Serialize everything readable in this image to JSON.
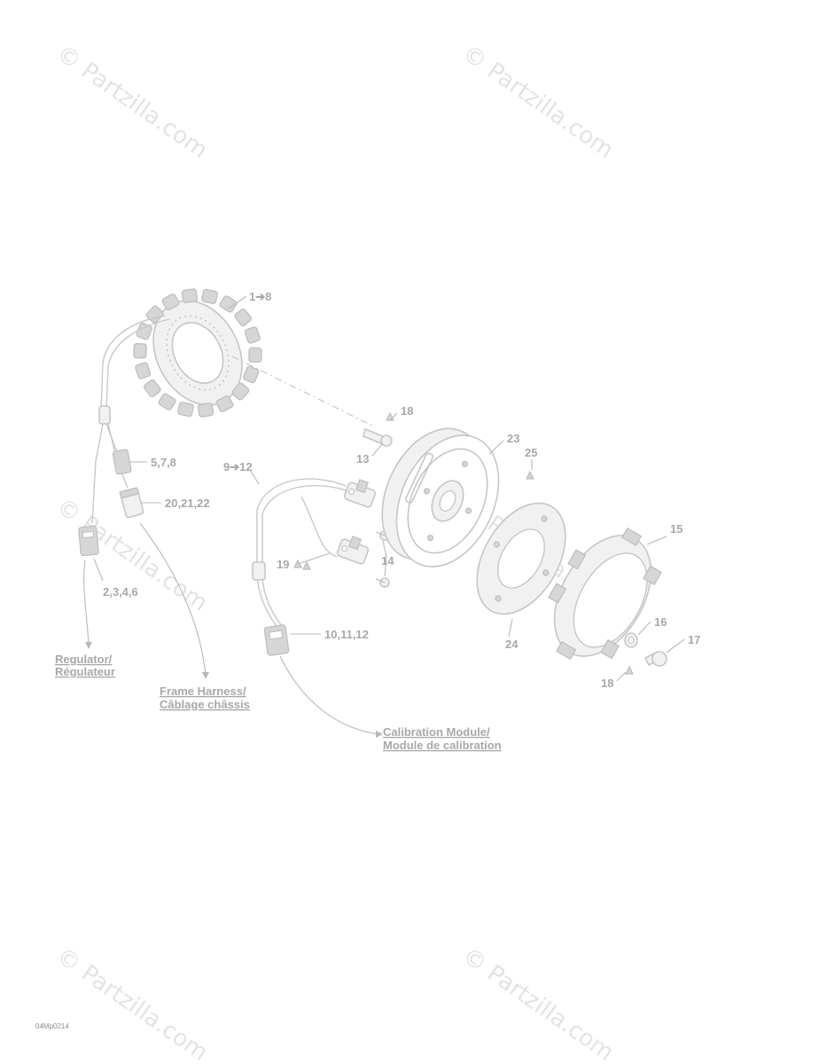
{
  "watermarks": [
    "© Partzilla.com",
    "© Partzilla.com",
    "© Partzilla.com",
    "© Partzilla.com",
    "© Partzilla.com",
    "© Partzilla.com"
  ],
  "callouts": {
    "c_1_8": "1➔8",
    "c_18_top": "18",
    "c_23": "23",
    "c_13": "13",
    "c_25": "25",
    "c_9_12": "9➔12",
    "c_5_7_8": "5,7,8",
    "c_20_21_22": "20,21,22",
    "c_15": "15",
    "c_19": "19",
    "c_14": "14",
    "c_2_3_4_6": "2,3,4,6",
    "c_16": "16",
    "c_24": "24",
    "c_17": "17",
    "c_10_11_12": "10,11,12",
    "c_18_bottom": "18"
  },
  "destinations": {
    "regulator_en": "Regulator/",
    "regulator_fr": "Régulateur",
    "frame_en": "Frame Harness/",
    "frame_fr": "Câblage châssis",
    "calibration_en": "Calibration Module/",
    "calibration_fr": "Module de calibration"
  },
  "diagram_code": "04Mp0214"
}
